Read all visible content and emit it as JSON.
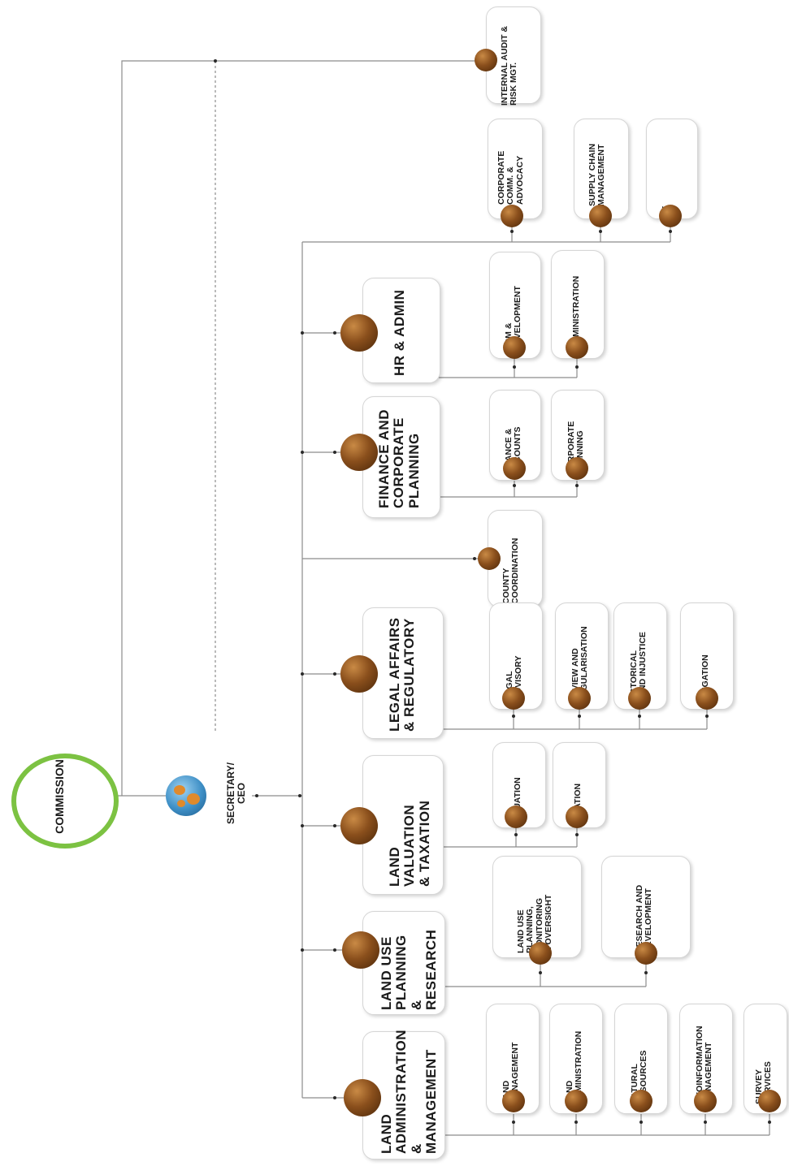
{
  "commission": {
    "label": "COMMISSION"
  },
  "ceo": {
    "label": "SECRETARY/\nCEO"
  },
  "internal_audit": {
    "label": "INTERNAL AUDIT &\nRISK MGT."
  },
  "ceo_units": [
    {
      "label": "CORPORATE\nCOMM. &\nADVOCACY"
    },
    {
      "label": "SUPPLY CHAIN\nMANAGEMENT"
    },
    {
      "label": "ICT"
    }
  ],
  "county": {
    "label": "COUNTY\nCOORDINATION"
  },
  "departments": [
    {
      "label": "HR & ADMIN",
      "units": [
        {
          "label": "HRM &\nDEVELOPMENT"
        },
        {
          "label": "ADMINISTRATION"
        }
      ]
    },
    {
      "label": "FINANCE AND\nCORPORATE\nPLANNING",
      "units": [
        {
          "label": "FINANCE &\nACCOUNTS"
        },
        {
          "label": "CORPORATE\nPLANNING"
        }
      ]
    },
    {
      "label": "LEGAL AFFAIRS\n& REGULATORY",
      "units": [
        {
          "label": "LEGAL\nADVISORY"
        },
        {
          "label": "REVIEW AND\nREGULARISATION"
        },
        {
          "label": "HISTORICAL\nLAND INJUSTICE"
        },
        {
          "label": "LITIGATION"
        }
      ]
    },
    {
      "label": "LAND VALUATION\n& TAXATION",
      "units": [
        {
          "label": "VALUATION"
        },
        {
          "label": "TAXATION"
        }
      ]
    },
    {
      "label": "LAND USE\nPLANNING\n& RESEARCH",
      "units": [
        {
          "label": "LAND USE\nPLANNING,\nMONITORING\n& OVERSIGHT"
        },
        {
          "label": "RESEARCH AND\nDEVELOPMENT"
        }
      ]
    },
    {
      "label": "LAND\nADMINISTRATION\n& MANAGEMENT",
      "units": [
        {
          "label": "LAND\nMANAGEMENT"
        },
        {
          "label": "LAND\nADMINISTRATION"
        },
        {
          "label": "NATURAL\nRESOURCES"
        },
        {
          "label": "GEOINFORMATION\nMANAGEMENT"
        },
        {
          "label": "SURVEY\nSERVICES"
        }
      ]
    }
  ],
  "colors": {
    "commission_ring": "#7cc242",
    "ball": "#8a4f1c",
    "line": "#8c8c8c"
  }
}
